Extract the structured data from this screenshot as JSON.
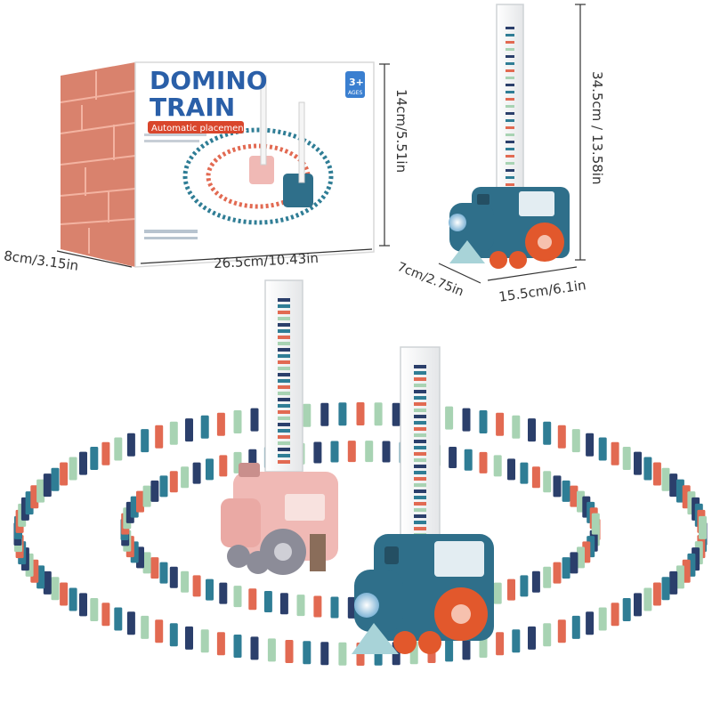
{
  "box": {
    "title_line1": "DOMINO",
    "title_line2": "TRAIN",
    "subtitle": "Automatic placement",
    "age_badge_top": "3+",
    "age_badge_bottom": "AGES"
  },
  "dimensions": {
    "box_height": "14cm/5.51in",
    "box_width": "26.5cm/10.43in",
    "box_depth": "8cm/3.15in",
    "train_height": "34.5cm / 13.58in",
    "train_depth": "7cm/2.75in",
    "train_length": "15.5cm/6.1in"
  },
  "colors": {
    "box_brick": "#d9826d",
    "title_blue": "#2a5fa8",
    "subtitle_red": "#d9462c",
    "train_blue": "#2f6f8a",
    "train_pink": "#f0b9b5",
    "wheel_red": "#e2582c",
    "domino_navy": "#2b3f6b",
    "domino_teal": "#2f7d95",
    "domino_coral": "#e26a52",
    "domino_mint": "#a8d3b3"
  }
}
